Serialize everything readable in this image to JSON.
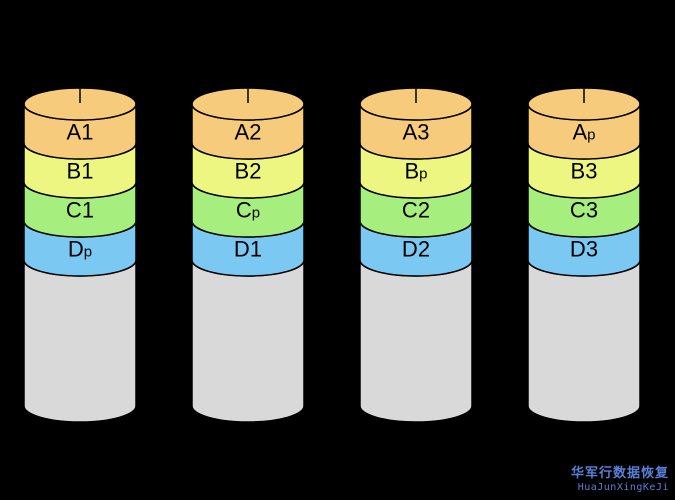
{
  "colors": {
    "background": "#000000",
    "stroke": "#000000",
    "disk_body": "#d9d9d9",
    "stripe_a": "#f6cc7c",
    "stripe_b": "#eef682",
    "stripe_c": "#a6ee7e",
    "stripe_d": "#7bc8f2",
    "watermark": "#5a7fd6"
  },
  "disks": [
    {
      "name": "disk-1",
      "blocks": [
        {
          "letter": "A",
          "sub": "1",
          "parity": false,
          "color": "#f6cc7c"
        },
        {
          "letter": "B",
          "sub": "1",
          "parity": false,
          "color": "#eef682"
        },
        {
          "letter": "C",
          "sub": "1",
          "parity": false,
          "color": "#a6ee7e"
        },
        {
          "letter": "D",
          "sub": "p",
          "parity": true,
          "color": "#7bc8f2"
        }
      ]
    },
    {
      "name": "disk-2",
      "blocks": [
        {
          "letter": "A",
          "sub": "2",
          "parity": false,
          "color": "#f6cc7c"
        },
        {
          "letter": "B",
          "sub": "2",
          "parity": false,
          "color": "#eef682"
        },
        {
          "letter": "C",
          "sub": "p",
          "parity": true,
          "color": "#a6ee7e"
        },
        {
          "letter": "D",
          "sub": "1",
          "parity": false,
          "color": "#7bc8f2"
        }
      ]
    },
    {
      "name": "disk-3",
      "blocks": [
        {
          "letter": "A",
          "sub": "3",
          "parity": false,
          "color": "#f6cc7c"
        },
        {
          "letter": "B",
          "sub": "p",
          "parity": true,
          "color": "#eef682"
        },
        {
          "letter": "C",
          "sub": "2",
          "parity": false,
          "color": "#a6ee7e"
        },
        {
          "letter": "D",
          "sub": "2",
          "parity": false,
          "color": "#7bc8f2"
        }
      ]
    },
    {
      "name": "disk-4",
      "blocks": [
        {
          "letter": "A",
          "sub": "p",
          "parity": true,
          "color": "#f6cc7c"
        },
        {
          "letter": "B",
          "sub": "3",
          "parity": false,
          "color": "#eef682"
        },
        {
          "letter": "C",
          "sub": "3",
          "parity": false,
          "color": "#a6ee7e"
        },
        {
          "letter": "D",
          "sub": "3",
          "parity": false,
          "color": "#7bc8f2"
        }
      ]
    }
  ],
  "watermark": {
    "chinese": "华军行数据恢复",
    "latin": "HuaJunXingKeJi"
  }
}
